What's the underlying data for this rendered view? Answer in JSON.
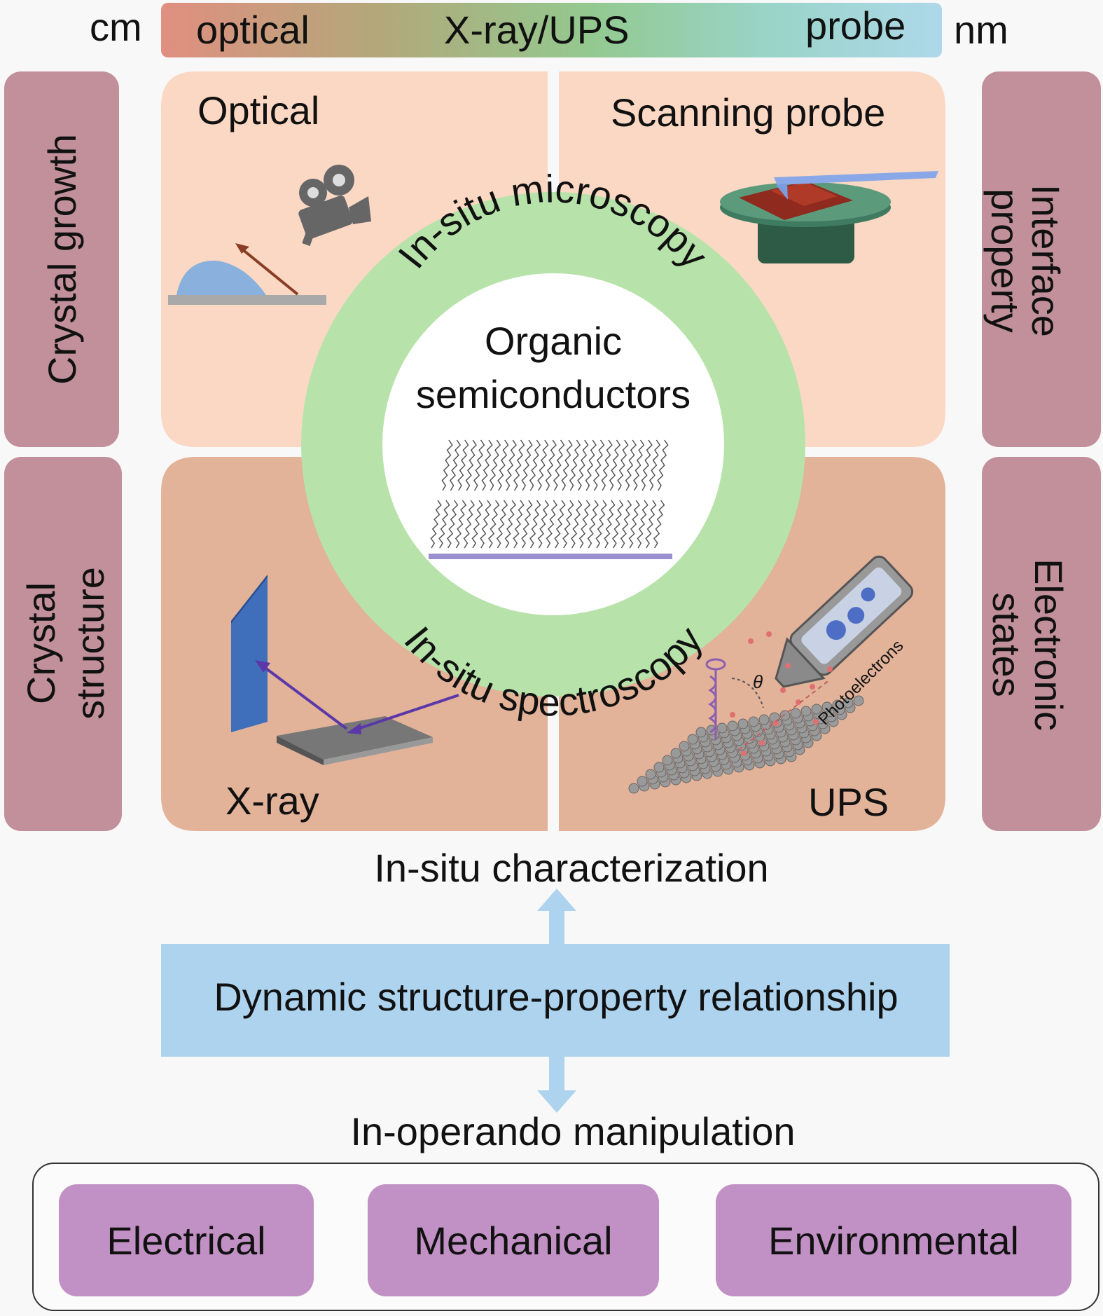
{
  "scale_bar": {
    "left_unit": "cm",
    "right_unit": "nm",
    "segments": [
      "optical",
      "X-ray/UPS",
      "probe"
    ],
    "colors": [
      "#e08f80",
      "#b2a87a",
      "#93c98f",
      "#99d4c8",
      "#aed8ea"
    ]
  },
  "side_labels": {
    "left_top": "Crystal growth",
    "left_bottom_line1": "Crystal",
    "left_bottom_line2": "structure",
    "right_top_line1": "Interface",
    "right_top_line2": "property",
    "right_bottom_line1": "Electronic",
    "right_bottom_line2": "states"
  },
  "quadrants": {
    "optical": "Optical",
    "scanning_probe": "Scanning probe",
    "xray": "X-ray",
    "ups": "UPS",
    "photoelectrons": "Photoelectrons",
    "theta": "θ"
  },
  "ring": {
    "top_arc": "In-situ microscopy",
    "bottom_arc": "In-situ spectroscopy",
    "center_line1": "Organic",
    "center_line2": "semiconductors"
  },
  "flow": {
    "characterization": "In-situ characterization",
    "relationship": "Dynamic structure-property relationship",
    "manipulation": "In-operando manipulation"
  },
  "manipulation_options": [
    "Electrical",
    "Mechanical",
    "Environmental"
  ],
  "colors": {
    "side_box": "#c1909b",
    "upper_panel": "#fbd8c3",
    "lower_panel": "#e2b299",
    "ring": "#b7e3aa",
    "arrow": "#add3ee",
    "option_box": "#c190c4"
  }
}
